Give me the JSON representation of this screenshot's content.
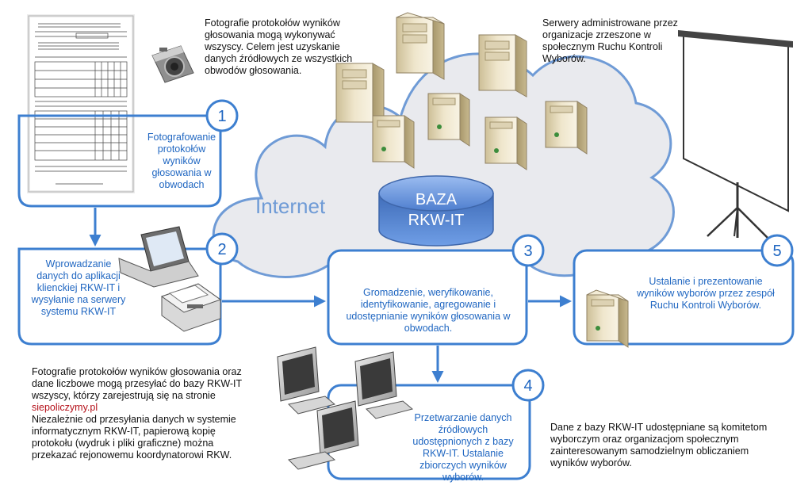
{
  "colors": {
    "accent": "#1f66c1",
    "box_border": "#3d7fd0",
    "link": "#b5121b",
    "text": "#111111",
    "cloud_fill": "#e9eaee",
    "cloud_stroke": "#6f9bd6",
    "db_fill": "#5f8fd8"
  },
  "icons": [
    "protocol-document-icon",
    "camera-icon",
    "laptop-icon",
    "printer-icon",
    "server-icon",
    "workstation-icon",
    "projection-screen-icon"
  ],
  "internet_label": "Internet",
  "database": {
    "line1": "BAZA",
    "line2": "RKW-IT"
  },
  "steps": [
    {
      "number": "1",
      "text": "Fotografowanie protokołów wyników głosowania w obwodach"
    },
    {
      "number": "2",
      "text": "Wprowadzanie danych do aplikacji klienckiej RKW-IT i wysyłanie na serwery systemu RKW-IT"
    },
    {
      "number": "3",
      "text": "Gromadzenie, weryfikowanie, identyfikowanie, agregowanie i udostępnianie wyników głosowania w obwodach."
    },
    {
      "number": "4",
      "text": "Przetwarzanie danych źródłowych udostępnionych z bazy RKW-IT. Ustalanie zbiorczych wyników wyborów."
    },
    {
      "number": "5",
      "text": "Ustalanie i prezentowanie wyników wyborów przez zespół Ruchu Kontroli Wyborów."
    }
  ],
  "notes": {
    "photo_note": "Fotografie protokołów wyników głosowania mogą wykonywać wszyscy. Celem jest uzyskanie danych źródłowych ze wszystkich obwodów głosowania.",
    "servers_note": "Serwery administrowane przez organizacje zrzeszone w społecznym Ruchu Kontroli Wyborów.",
    "upload_note_before_link": "Fotografie protokołów wyników głosowania oraz dane liczbowe mogą przesyłać do bazy RKW-IT wszyscy, którzy zarejestrują się na stronie",
    "upload_note_link": "siepoliczymy.pl",
    "upload_note_after_link": "Niezależnie od przesyłania danych w systemie informatycznym RKW-IT, papierową kopię protokołu (wydruk i pliki graficzne) można przekazać rejonowemu koordynatorowi RKW.",
    "data_note": "Dane z bazy RKW-IT udostępniane są komitetom wyborczym oraz organizacjom społecznym zainteresowanym samodzielnym obliczaniem wyników wyborów."
  }
}
